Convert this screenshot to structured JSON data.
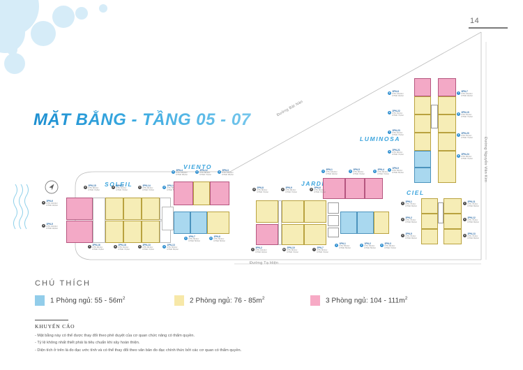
{
  "page": {
    "number": "14",
    "title": "MẶT BẰNG - TẦNG 05 - 07"
  },
  "roads": [
    {
      "name": "road-bat-nan",
      "label": "Đường Bát Nàn"
    },
    {
      "name": "road-ta-hien",
      "label": "Đường Tạ Hiện"
    },
    {
      "name": "road-nguyen-van-kim",
      "label": "Đường Nguyễn Văn Kim"
    }
  ],
  "blocks": [
    {
      "name": "soleil",
      "label": "SOLEIL"
    },
    {
      "name": "viento",
      "label": "VIENTO"
    },
    {
      "name": "jardin",
      "label": "JARDIN"
    },
    {
      "name": "luminosa",
      "label": "LUMINOSA"
    },
    {
      "name": "ciel",
      "label": "CIEL"
    }
  ],
  "legend": {
    "title": "CHÚ THÍCH",
    "items": [
      {
        "key": "1br",
        "color": "#92cdea",
        "label": "1 Phòng ngủ: 55 - 56m",
        "unit": "2"
      },
      {
        "key": "2br",
        "color": "#f7e8a8",
        "label": "2 Phòng ngủ: 76 - 85m",
        "unit": "2"
      },
      {
        "key": "3br",
        "color": "#f7aac5",
        "label": "3 Phòng ngủ: 104 - 111m",
        "unit": "2"
      }
    ]
  },
  "disclaimer": {
    "title": "KHUYẾN CÁO",
    "lines": [
      "- Mặt bằng này có thể được thay đổi theo phê duyệt của cơ quan chức năng có thẩm quyền.",
      "- Tỷ lệ không nhất thiết phải là tiêu chuẩn khi xây hoàn thiện.",
      "- Diện tích ở trên là đo đạc ước tính và có thể thay đổi theo văn bản đo đạc chính thức bởi các cơ quan có thẩm quyền."
    ]
  },
  "callouts": {
    "soleil_top": [
      {
        "code": "2PN-15",
        "area1": "DTS: 80,0m²",
        "area2": "DTSD: 72,8m²",
        "type": "2br"
      },
      {
        "code": "2PN-17",
        "area1": "DTS: 81,0m²",
        "area2": "DTSD: 73,5m²",
        "type": "2br"
      },
      {
        "code": "2PN-14",
        "area1": "DTS: 80,0m²",
        "area2": "DTSD: 72,5m²",
        "type": "2br"
      },
      {
        "code": "1PN-14",
        "area1": "DTS: 55,0m²",
        "area2": "DTSD: 50,0m²",
        "type": "1br"
      }
    ],
    "soleil_bottom": [
      {
        "code": "2PN-16",
        "area1": "DTS: 80,0m²",
        "area2": "DTSD: 72,8m²",
        "type": "2br"
      },
      {
        "code": "2PN-18",
        "area1": "DTS: 81,0m²",
        "area2": "DTSD: 73,5m²",
        "type": "2br"
      },
      {
        "code": "2PN-13",
        "area1": "DTS: 80,0m²",
        "area2": "DTSD: 72,5m²",
        "type": "2br"
      },
      {
        "code": "1PN-13",
        "area1": "DTS: 55,0m²",
        "area2": "DTSD: 50,0m²",
        "type": "1br"
      }
    ],
    "soleil_left": [
      {
        "code": "3PN-6",
        "area1": "DTS: 104,0m²",
        "area2": "DTSD: 94,0m²",
        "type": "3br"
      },
      {
        "code": "3PN-5",
        "area1": "DTS: 104,0m²",
        "area2": "DTSD: 94,0m²",
        "type": "3br"
      }
    ],
    "viento_top": [
      {
        "code": "3PN-4",
        "area1": "DTS: 105,0m²",
        "area2": "DTSD: 95,0m²",
        "type": "3br"
      },
      {
        "code": "2PN-12",
        "area1": "DTS: 80,0m²",
        "area2": "DTSD: 72,0m²",
        "type": "2br"
      },
      {
        "code": "3PN-3",
        "area1": "DTS: 105,0m²",
        "area2": "DTSD: 95,0m²",
        "type": "3br"
      }
    ],
    "viento_bottom": [
      {
        "code": "1PN-7",
        "area1": "DTS: 56,0m²",
        "area2": "DTSD: 50,5m²",
        "type": "1br"
      },
      {
        "code": "1PN-8",
        "area1": "DTS: 56,0m²",
        "area2": "DTSD: 50,5m²",
        "type": "1br"
      },
      {
        "code": "2PN-11",
        "area1": "DTS: 80,0m²",
        "area2": "DTSD: 72,0m²",
        "type": "2br"
      }
    ],
    "jardin_top": [
      {
        "code": "2PN-8",
        "area1": "DTS: 80,0m²",
        "area2": "DTSD: 72,0m²",
        "type": "2br"
      },
      {
        "code": "2PN-9",
        "area1": "DTS: 80,0m²",
        "area2": "DTSD: 72,0m²",
        "type": "2br"
      },
      {
        "code": "2PN-6",
        "area1": "DTS: 80,0m²",
        "area2": "DTSD: 72,0m²",
        "type": "2br"
      }
    ],
    "jardin_bottom": [
      {
        "code": "3PN-2",
        "area1": "DTS: 104,0m²",
        "area2": "DTSD: 94,0m²",
        "type": "3br"
      },
      {
        "code": "2PN-10",
        "area1": "DTS: 80,0m²",
        "area2": "DTSD: 72,0m²",
        "type": "2br"
      },
      {
        "code": "2PN-7",
        "area1": "DTS: 80,0m²",
        "area2": "DTSD: 72,0m²",
        "type": "2br"
      }
    ],
    "jardin_right_top": [
      {
        "code": "3PN-1",
        "area1": "DTS: 104,0m²",
        "area2": "DTSD: 94,0m²",
        "type": "3br"
      },
      {
        "code": "2PN-5",
        "area1": "DTS: 80,0m²",
        "area2": "DTSD: 72,0m²",
        "type": "2br"
      },
      {
        "code": "2PN-4",
        "area1": "DTS: 80,0m²",
        "area2": "DTSD: 72,0m²",
        "type": "2br"
      }
    ],
    "jardin_right_bottom": [
      {
        "code": "1PN-1",
        "area1": "DTS: 55,0m²",
        "area2": "DTSD: 50,0m²",
        "type": "1br"
      },
      {
        "code": "1PN-2",
        "area1": "DTS: 55,0m²",
        "area2": "DTSD: 50,0m²",
        "type": "1br"
      },
      {
        "code": "2PN-3",
        "area1": "DTS: 80,0m²",
        "area2": "DTSD: 72,0m²",
        "type": "2br"
      }
    ],
    "luminosa_left": [
      {
        "code": "3PN-8",
        "area1": "DTS: 104,0m²",
        "area2": "DTSD: 94,0m²",
        "type": "3br"
      },
      {
        "code": "2PN-22",
        "area1": "DTS: 81,0m²",
        "area2": "DTSD: 73,0m²",
        "type": "2br"
      },
      {
        "code": "2PN-23",
        "area1": "DTS: 81,0m²",
        "area2": "DTSD: 73,0m²",
        "type": "2br"
      },
      {
        "code": "2PN-21",
        "area1": "DTS: 80,0m²",
        "area2": "DTSD: 72,0m²",
        "type": "2br"
      },
      {
        "code": "1PN-9",
        "area1": "DTS: 56,0m²",
        "area2": "DTSD: 50,5m²",
        "type": "1br"
      },
      {
        "code": "1PN-10",
        "area1": "DTS: 56,0m²",
        "area2": "DTSD: 50,5m²",
        "type": "1br"
      }
    ],
    "luminosa_right": [
      {
        "code": "3PN-7",
        "area1": "DTS: 104,0m²",
        "area2": "DTSD: 94,0m²",
        "type": "3br"
      },
      {
        "code": "2PN-19",
        "area1": "DTS: 81,0m²",
        "area2": "DTSD: 73,0m²",
        "type": "2br"
      },
      {
        "code": "2PN-20",
        "area1": "DTS: 81,0m²",
        "area2": "DTSD: 73,0m²",
        "type": "2br"
      },
      {
        "code": "2PN-24",
        "area1": "DTS: 80,0m²",
        "area2": "DTSD: 72,0m²",
        "type": "2br"
      }
    ],
    "ciel_left": [
      {
        "code": "2PN-1",
        "area1": "DTS: 76,0m²",
        "area2": "DTSD: 69,0m²",
        "type": "2br"
      },
      {
        "code": "2PN-2",
        "area1": "DTS: 76,0m²",
        "area2": "DTSD: 69,0m²",
        "type": "2br"
      },
      {
        "code": "2PN-5",
        "area1": "DTS: 76,0m²",
        "area2": "DTSD: 69,0m²",
        "type": "2br"
      }
    ],
    "ciel_right": [
      {
        "code": "2PN-11",
        "area1": "DTS: 76,0m²",
        "area2": "DTSD: 69,0m²",
        "type": "2br"
      },
      {
        "code": "2PN-12",
        "area1": "DTS: 76,0m²",
        "area2": "DTSD: 69,0m²",
        "type": "2br"
      },
      {
        "code": "2PN-13",
        "area1": "DTS: 76,0m²",
        "area2": "DTSD: 69,0m²",
        "type": "2br"
      }
    ]
  }
}
